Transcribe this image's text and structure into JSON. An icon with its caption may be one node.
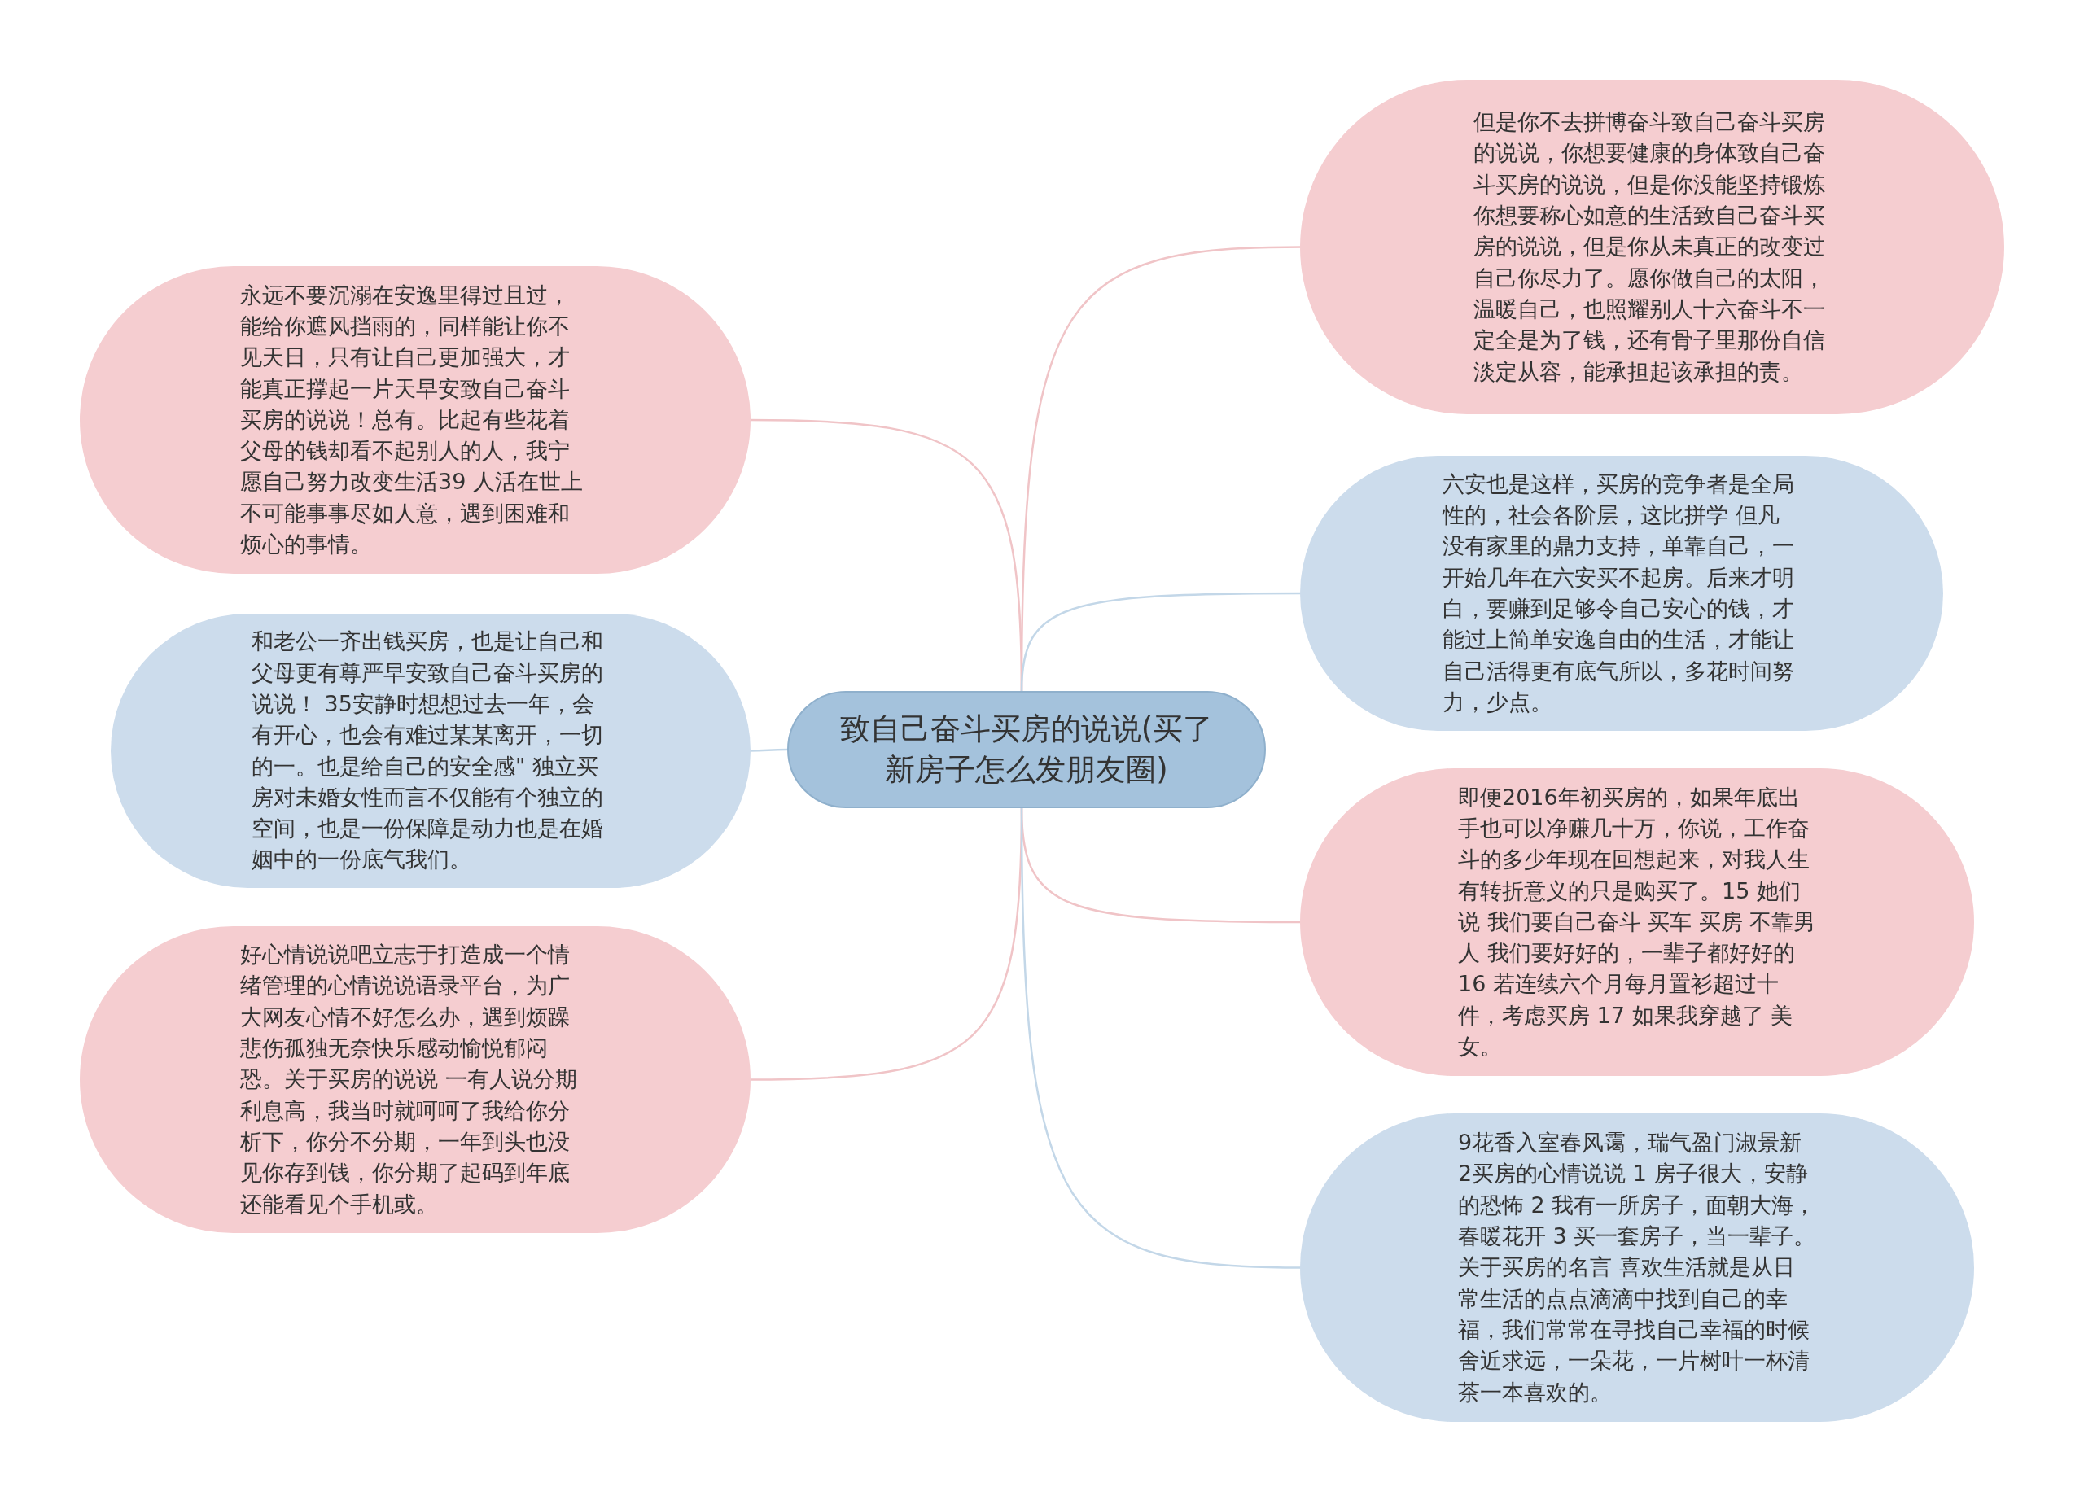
{
  "diagram": {
    "nodes": [
      {
        "text": [
          "致自己奋斗买房的说说(买了新房子怎么发朋友圈)"
        ]
      },
      {
        "text": [
          "永远不要沉溺在安逸里得过且过，能给你遮风挡雨的，同样能让你不见天日，只有让自己更加强大，才能真正撑起一片天早安致自己奋斗买房的说说！总有。比起有些花着父母的钱却看不起别人的人，我宁愿自己努力改变生活39 人活在世上不可能事事尽如人意，遇到困难和烦心的事情。"
        ]
      },
      {
        "text": [
          "和老公一齐出钱买房，也是让自己和父母更有尊严早安致自己奋斗买房的说说！ 35安静时想想过去一年，会有开心，也会有难过某某离开，一切的一。也是给自己的安全感\" 独立买房对未婚女性而言不仅能有个独立的空间，也是一份保障是动力也是在婚姻中的一份底气我们。"
        ]
      },
      {
        "text": [
          "好心情说说吧立志于打造成一个情绪管理的心情说说语录平台，为广大网友心情不好怎么办，遇到烦躁悲伤孤独无奈快乐感动愉悦郁闷恐。关于买房的说说 一有人说分期利息高，我当时就呵呵了我给你分析下，你分不分期，一年到头也没见你存到钱，你分期了起码到年底还能看见个手机或。"
        ]
      },
      {
        "text": [
          "但是你不去拼博奋斗致自己奋斗买房的说说，你想要健康的身体致自己奋斗买房的说说，但是你没能坚持锻炼你想要称心如意的生活致自己奋斗买房的说说，但是你从未真正的改变过自己你尽力了。愿你做自己的太阳，温暖自己，也照耀别人十六奋斗不一定全是为了钱，还有骨子里那份自信淡定从容，能承担起该承担的责。"
        ]
      },
      {
        "text": [
          "六安也是这样，买房的竞争者是全局性的，社会各阶层，这比拼学 但凡没有家里的鼎力支持，单靠自己，一开始几年在六安买不起房。后来才明白，要赚到足够令自己安心的钱，才能过上简单安逸自由的生活，才能让自己活得更有底气所以，多花时间努力，少点。"
        ]
      },
      {
        "text": [
          "即便2016年初买房的，如果年底出手也可以净赚几十万，你说，工作奋斗的多少年现在回想起来，对我人生有转折意义的只是购买了。15 她们说 我们要自己奋斗 买车 买房 不靠男人 我们要好好的，一辈子都好好的 16 若连续六个月每月置衫超过十件，考虑买房 17 如果我穿越了 美女。"
        ]
      },
      {
        "text": [
          "9花香入室春风霭，瑞气盈门淑景新 2买房的心情说说 1 房子很大，安静的恐怖 2 我有一所房子，面朝大海，春暖花开 3 买一套房子，当一辈子。关于买房的名言 喜欢生活就是从日常生活的点点滴滴中找到自己的幸福，我们常常在寻找自己幸福的时候舍近求远，一朵花，一片树叶一杯清茶一本喜欢的。"
        ]
      }
    ],
    "edges": [
      {
        "from": 0,
        "to": 1,
        "arrow": "none"
      },
      {
        "from": 0,
        "to": 2,
        "arrow": "none",
        "color": "#c3d7e8"
      },
      {
        "from": 0,
        "to": 3,
        "arrow": "none"
      },
      {
        "from": 0,
        "to": 4,
        "arrow": "none"
      },
      {
        "from": 0,
        "to": 5,
        "arrow": "none",
        "color": "#c3d7e8"
      },
      {
        "from": 0,
        "to": 6,
        "arrow": "none"
      },
      {
        "from": 0,
        "to": 7,
        "arrow": "none",
        "color": "#c3d7e8"
      }
    ]
  }
}
